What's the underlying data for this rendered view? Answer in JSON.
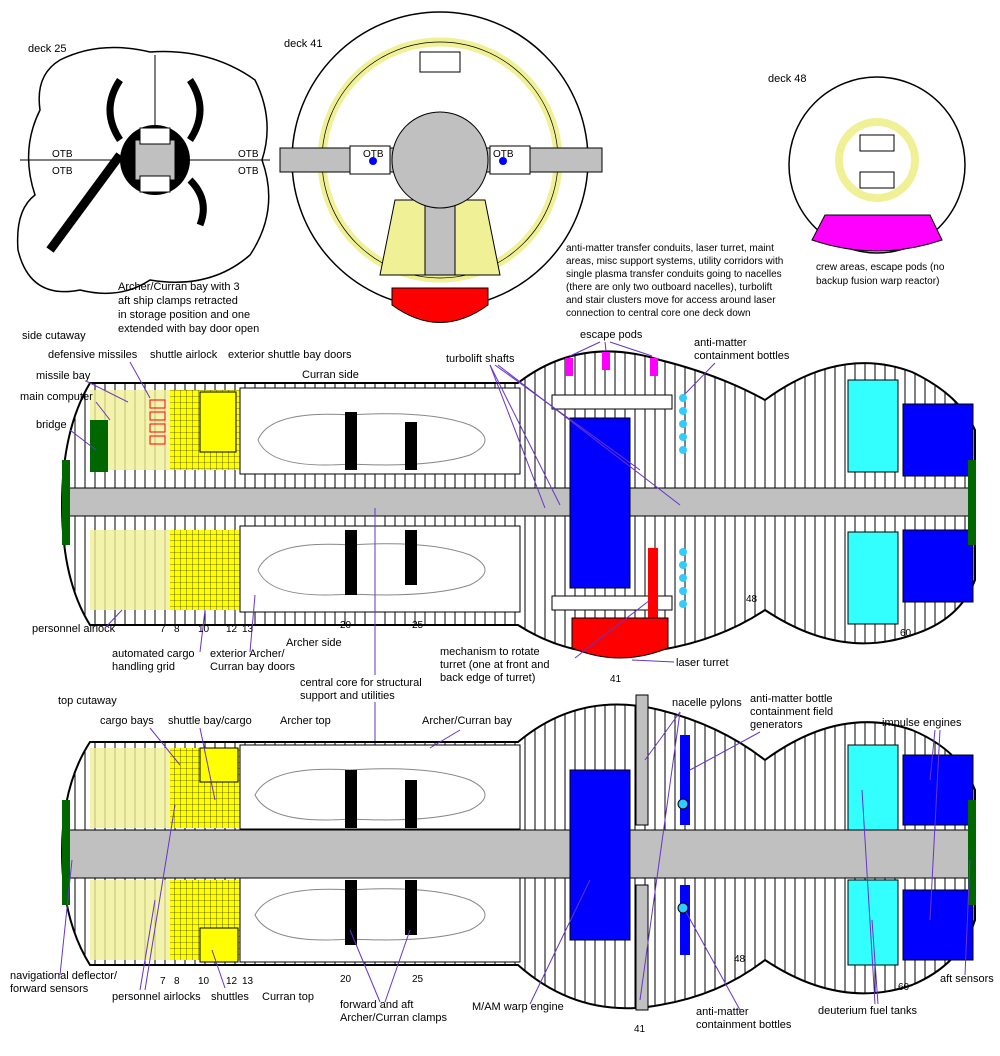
{
  "colors": {
    "yellow": "#f0f096",
    "bright_yellow": "#ffff00",
    "core_gray": "#c0c0c0",
    "engine_blue": "#0000ff",
    "cyan_tank": "#33ffff",
    "magenta_pod": "#ff00ff",
    "sensor_green": "#006600",
    "turret_red": "#ff0000",
    "bottle_cyan": "#33ccff",
    "leader_purple": "#6633cc"
  },
  "plan_views": {
    "deck25": {
      "title": "deck 25",
      "otb": [
        "OTB",
        "OTB",
        "OTB",
        "OTB"
      ],
      "caption": [
        "Archer/Curran bay with 3",
        "aft ship clamps retracted",
        "in storage position and one",
        "extended with bay door open"
      ]
    },
    "deck41": {
      "title": "deck 41",
      "otb": [
        "OTB",
        "OTB"
      ],
      "caption": [
        "anti-matter transfer conduits, laser turret, maint",
        "areas, misc support systems, utility corridors with",
        "single plasma transfer conduits going to nacelles",
        "(there are only two outboard nacelles), turbolift",
        "and stair clusters move for access around laser",
        "connection to central core one deck down"
      ]
    },
    "deck48": {
      "title": "deck 48",
      "caption": [
        "crew areas, escape pods (no",
        "backup fusion warp reactor)"
      ]
    }
  },
  "side_cutaway": {
    "title": "side cutaway",
    "labels": {
      "defensive_missiles": "defensive missiles",
      "shuttle_airlock": "shuttle airlock",
      "exterior_shuttle_bay_doors": "exterior shuttle bay doors",
      "missile_bay": "missile bay",
      "main_computer": "main computer",
      "bridge": "bridge",
      "curran_side": "Curran side",
      "archer_side": "Archer side",
      "turbolift_shafts": "turbolift shafts",
      "escape_pods": "escape pods",
      "anti_matter_containment_bottles": [
        "anti-matter",
        "containment bottles"
      ],
      "personnel_airlock": "personnel airlock",
      "automated_cargo": [
        "automated cargo",
        "handling grid"
      ],
      "exterior_archer_doors": [
        "exterior Archer/",
        "Curran bay doors"
      ],
      "mechanism": [
        "mechanism to rotate",
        "turret (one at front and",
        "back edge of turret)"
      ],
      "laser_turret": "laser turret"
    },
    "deck_numbers": [
      "7",
      "8",
      "10",
      "12",
      "13",
      "20",
      "25",
      "41",
      "48",
      "60"
    ]
  },
  "center_label": [
    "central core for structural",
    "support and utilities"
  ],
  "top_cutaway": {
    "title": "top cutaway",
    "labels": {
      "cargo_bays": "cargo bays",
      "shuttle_bay_cargo": "shuttle bay/cargo",
      "archer_top": "Archer top",
      "archer_curran_bay": "Archer/Curran bay",
      "nacelle_pylons": "nacelle pylons",
      "field_generators": [
        "anti-matter bottle",
        "containment field",
        "generators"
      ],
      "impulse_engines": "impulse engines",
      "nav_deflector": [
        "navigational deflector/",
        "forward sensors"
      ],
      "personnel_airlocks": "personnel airlocks",
      "shuttles": "shuttles",
      "curran_top": "Curran top",
      "clamps": [
        "forward and aft",
        "Archer/Curran clamps"
      ],
      "warp_engine": "M/AM warp engine",
      "containment_bottles": [
        "anti-matter",
        "containment  bottles"
      ],
      "deuterium_tanks": "deuterium fuel tanks",
      "aft_sensors": "aft sensors"
    },
    "deck_numbers": [
      "7",
      "8",
      "10",
      "12",
      "13",
      "20",
      "25",
      "41",
      "48",
      "60"
    ]
  }
}
